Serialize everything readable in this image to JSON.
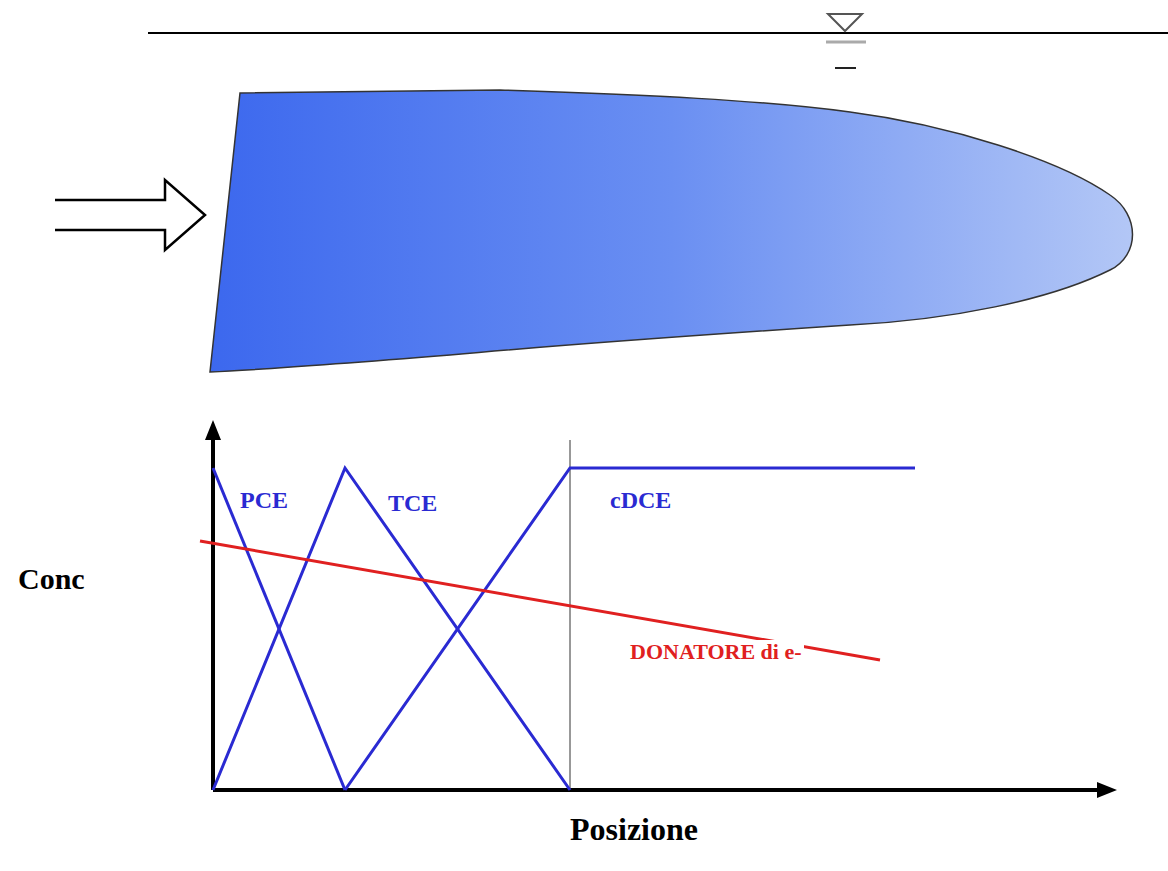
{
  "diagram": {
    "labels": [
      "PCE",
      "TCE",
      "cDCE",
      "DONATORE di e-",
      "Conc",
      "Posizione"
    ]
  }
}
